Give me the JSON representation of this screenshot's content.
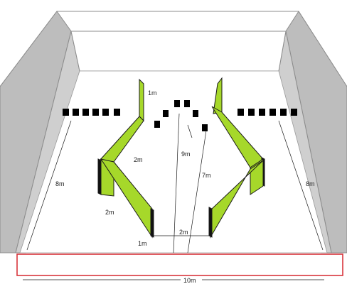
{
  "colors": {
    "panel_green": "#a6d82a",
    "zone_border": "#d8353c",
    "wall_grey": "#bdbdbd"
  },
  "labels": {
    "top_1m": "1m",
    "left_upper_2m": "2m",
    "center_9m": "9m",
    "center_7m": "7m",
    "left_8m": "8m",
    "right_8m": "8m",
    "left_lower_2m": "2m",
    "bottom_2m": "2m",
    "bottom_1m": "1m",
    "width_10m": "10m"
  }
}
